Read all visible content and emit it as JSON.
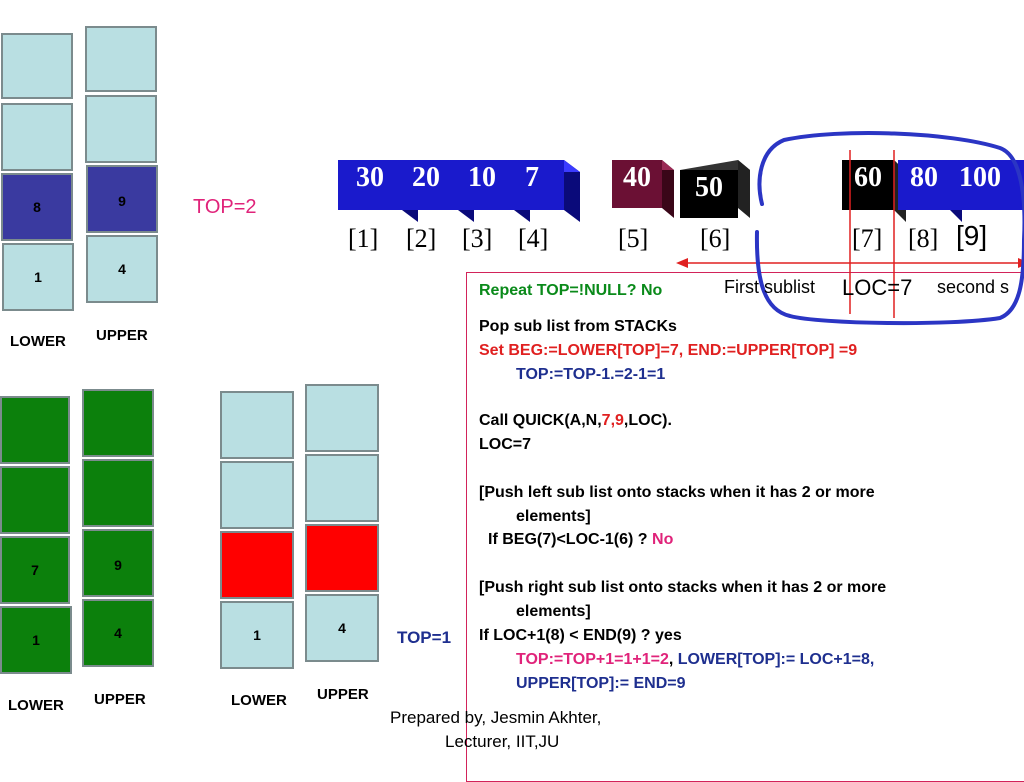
{
  "stack_group_1": {
    "lower": [
      "",
      "",
      "8",
      "1"
    ],
    "upper": [
      "",
      "",
      "9",
      "4"
    ],
    "lower_label": "LOWER",
    "upper_label": "UPPER",
    "top_label": "TOP=2"
  },
  "stack_group_2": {
    "lower": [
      "",
      "",
      "7",
      "1"
    ],
    "upper": [
      "",
      "",
      "9",
      "4"
    ],
    "lower_label": "LOWER",
    "upper_label": "UPPER"
  },
  "stack_group_3": {
    "lower": [
      "",
      "",
      "",
      "1"
    ],
    "upper": [
      "",
      "",
      "",
      "4"
    ],
    "lower_label": "LOWER",
    "upper_label": "UPPER",
    "top_label": "TOP=1"
  },
  "array": {
    "values": [
      "30",
      "20",
      "10",
      "7",
      "40",
      "50",
      "60",
      "80",
      "100"
    ],
    "indices": [
      "[1]",
      "[2]",
      "[3]",
      "[4]",
      "[5]",
      "[6]",
      "[7]",
      "[8]",
      "[9]"
    ]
  },
  "annotations": {
    "first_sublist": "First sublist",
    "loc": "LOC=7",
    "second_sublist": "second s"
  },
  "steps": {
    "l1": "Repeat TOP=!NULL? No",
    "l2": "Pop sub list from STACKs",
    "l3": "Set BEG:=LOWER[TOP]=7, END:=UPPER[TOP] =9",
    "l4": "TOP:=TOP-1.=2-1=1",
    "l5a": "Call QUICK(A,N,",
    "l5b": "7,9",
    "l5c": ",LOC).",
    "l6": "LOC=7",
    "l7": "[Push left sub list onto stacks when it has 2 or more",
    "l8": "elements]",
    "l9a": "If BEG(7)<LOC-1(6) ? ",
    "l9b": "No",
    "l10": "[Push right sub list onto stacks when it has 2 or more",
    "l11": "elements]",
    "l12": "If LOC+1(8) < END(9) ? yes",
    "l13a": "TOP:=TOP+1=1+1=2",
    "l13b": ", ",
    "l13c": "LOWER[TOP]:= LOC+1=8,",
    "l14": "UPPER[TOP]:= END=9"
  },
  "footer": {
    "line1": "Prepared by, Jesmin Akhter,",
    "line2": "Lecturer, IIT,JU"
  },
  "colors": {
    "light_cell": "#b9dfe2",
    "navy_cell": "#3a3aa0",
    "green_cell": "#0c800c",
    "red_cell": "#ff0000",
    "blue_cube": "#1a1acc",
    "maroon_cube": "#6b1034",
    "black_cube": "#000000"
  }
}
